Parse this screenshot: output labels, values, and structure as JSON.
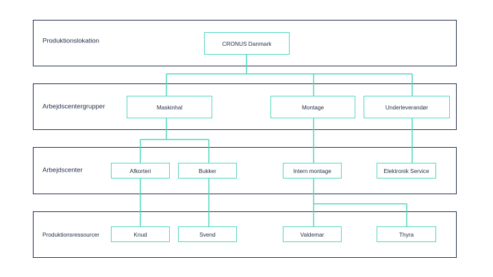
{
  "diagram": {
    "levels": [
      {
        "label": "Produktionslokation"
      },
      {
        "label": "Arbejdscentergrupper"
      },
      {
        "label": "Arbejdscenter"
      },
      {
        "label": "Produktionsressourcer"
      }
    ],
    "nodes": {
      "root": "CRONUS Danmark",
      "maskinhal": "Maskinhal",
      "montage": "Montage",
      "underleverandor": "Underleverandør",
      "afkorteri": "Afkorteri",
      "bukker": "Bukker",
      "intern_montage": "Intern montage",
      "elektronik_service": "Elektronik Service",
      "knud": "Knud",
      "svend": "Svend",
      "valdemar": "Valdemar",
      "thyra": "Thyra"
    },
    "edges": [
      [
        "root",
        "maskinhal"
      ],
      [
        "root",
        "montage"
      ],
      [
        "root",
        "underleverandor"
      ],
      [
        "maskinhal",
        "afkorteri"
      ],
      [
        "maskinhal",
        "bukker"
      ],
      [
        "montage",
        "intern_montage"
      ],
      [
        "underleverandor",
        "elektronik_service"
      ],
      [
        "afkorteri",
        "knud"
      ],
      [
        "bukker",
        "svend"
      ],
      [
        "intern_montage",
        "valdemar"
      ],
      [
        "intern_montage",
        "thyra"
      ]
    ],
    "colors": {
      "band_border": "#1f2b4d",
      "node_border": "#4fd6bf",
      "connector": "#4fd6bf",
      "text": "#1e2a44"
    }
  }
}
